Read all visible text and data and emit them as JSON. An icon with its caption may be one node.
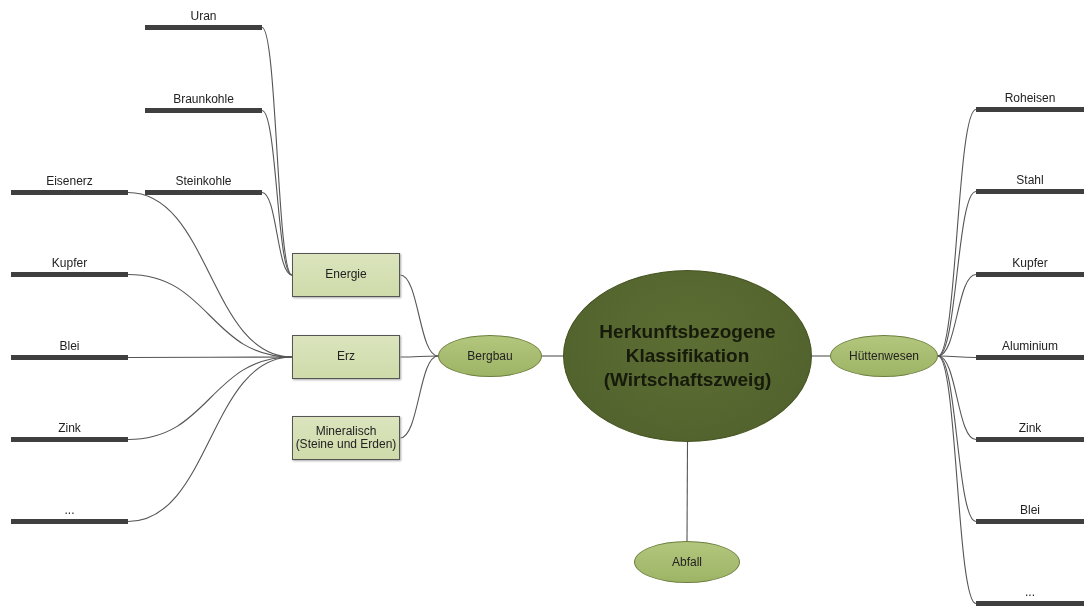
{
  "diagram": {
    "nodes": [
      {
        "text": [
          "Herkunftsbezogene Klassifikation (Wirtschaftszweig)"
        ]
      },
      {
        "text": [
          "Bergbau"
        ]
      },
      {
        "text": [
          "Hüttenwesen"
        ]
      },
      {
        "text": [
          "Abfall"
        ]
      },
      {
        "text": [
          "Energie"
        ]
      },
      {
        "text": [
          "Erz"
        ]
      },
      {
        "text": [
          "Mineralisch (Steine und Erden)"
        ]
      },
      {
        "text": [
          "Uran"
        ]
      },
      {
        "text": [
          "Braunkohle"
        ]
      },
      {
        "text": [
          "Steinkohle"
        ]
      },
      {
        "text": [
          "Eisenerz"
        ]
      },
      {
        "text": [
          "Kupfer"
        ]
      },
      {
        "text": [
          "Blei"
        ]
      },
      {
        "text": [
          "Zink"
        ]
      },
      {
        "text": [
          "..."
        ]
      },
      {
        "text": [
          "Roheisen"
        ]
      },
      {
        "text": [
          "Stahl"
        ]
      },
      {
        "text": [
          "Kupfer"
        ]
      },
      {
        "text": [
          "Aluminium"
        ]
      },
      {
        "text": [
          "Zink"
        ]
      },
      {
        "text": [
          "Blei"
        ]
      },
      {
        "text": [
          "..."
        ]
      }
    ],
    "edges": [
      {
        "from": 0,
        "to": 1,
        "arrow": "none"
      },
      {
        "from": 0,
        "to": 2,
        "arrow": "none"
      },
      {
        "from": 0,
        "to": 3,
        "arrow": "none"
      },
      {
        "from": 1,
        "to": 4,
        "arrow": "none"
      },
      {
        "from": 1,
        "to": 5,
        "arrow": "none"
      },
      {
        "from": 1,
        "to": 6,
        "arrow": "none"
      },
      {
        "from": 4,
        "to": 7,
        "arrow": "none"
      },
      {
        "from": 4,
        "to": 8,
        "arrow": "none"
      },
      {
        "from": 4,
        "to": 9,
        "arrow": "none"
      },
      {
        "from": 5,
        "to": 10,
        "arrow": "none"
      },
      {
        "from": 5,
        "to": 11,
        "arrow": "none"
      },
      {
        "from": 5,
        "to": 12,
        "arrow": "none"
      },
      {
        "from": 5,
        "to": 13,
        "arrow": "none"
      },
      {
        "from": 5,
        "to": 14,
        "arrow": "none"
      },
      {
        "from": 2,
        "to": 15,
        "arrow": "none"
      },
      {
        "from": 2,
        "to": 16,
        "arrow": "none"
      },
      {
        "from": 2,
        "to": 17,
        "arrow": "none"
      },
      {
        "from": 2,
        "to": 18,
        "arrow": "none"
      },
      {
        "from": 2,
        "to": 19,
        "arrow": "none"
      },
      {
        "from": 2,
        "to": 20,
        "arrow": "none"
      },
      {
        "from": 2,
        "to": 21,
        "arrow": "none"
      }
    ]
  }
}
